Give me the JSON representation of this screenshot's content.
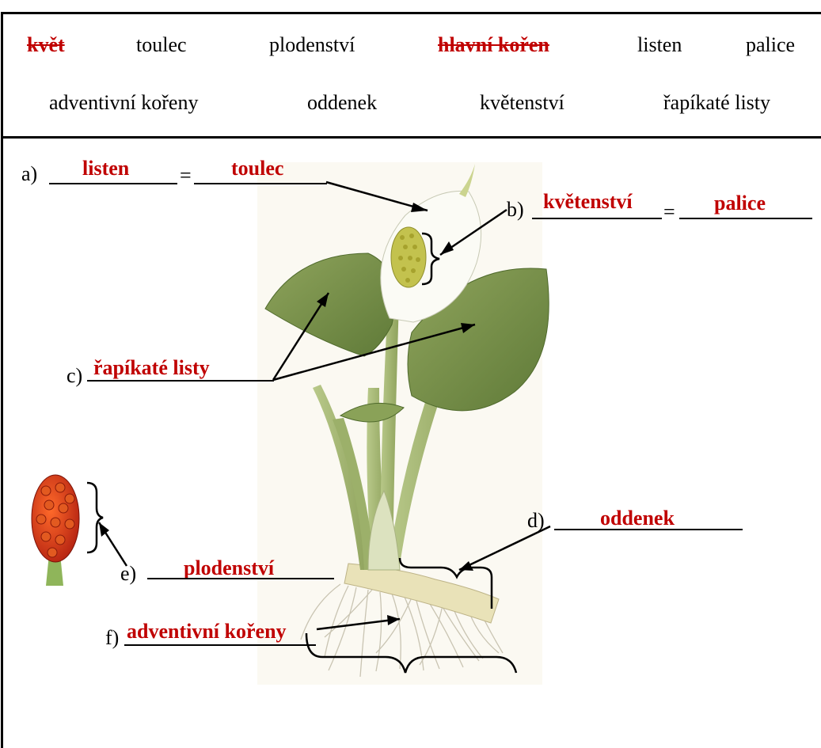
{
  "word_bank": {
    "row1": [
      {
        "text": "květ",
        "struck": true
      },
      {
        "text": "toulec",
        "struck": false
      },
      {
        "text": "plodenství",
        "struck": false
      },
      {
        "text": "hlavní kořen",
        "struck": true
      },
      {
        "text": "listen",
        "struck": false
      },
      {
        "text": "palice",
        "struck": false
      }
    ],
    "row2": [
      {
        "text": "adventivní kořeny"
      },
      {
        "text": "oddenek"
      },
      {
        "text": "květenství"
      },
      {
        "text": "řapíkaté listy"
      }
    ]
  },
  "labels": {
    "a": {
      "marker": "a)",
      "answer1": "listen",
      "eq": "=",
      "answer2": "toulec"
    },
    "b": {
      "marker": "b)",
      "answer1": "květenství",
      "eq": "=",
      "answer2": "palice"
    },
    "c": {
      "marker": "c)",
      "answer": "řapíkaté listy"
    },
    "d": {
      "marker": "d)",
      "answer": "oddenek"
    },
    "e": {
      "marker": "e)",
      "answer": "plodenství"
    },
    "f": {
      "marker": "f)",
      "answer": "adventivní kořeny"
    }
  },
  "colors": {
    "answer": "#c00000",
    "strike": "#c00000"
  }
}
